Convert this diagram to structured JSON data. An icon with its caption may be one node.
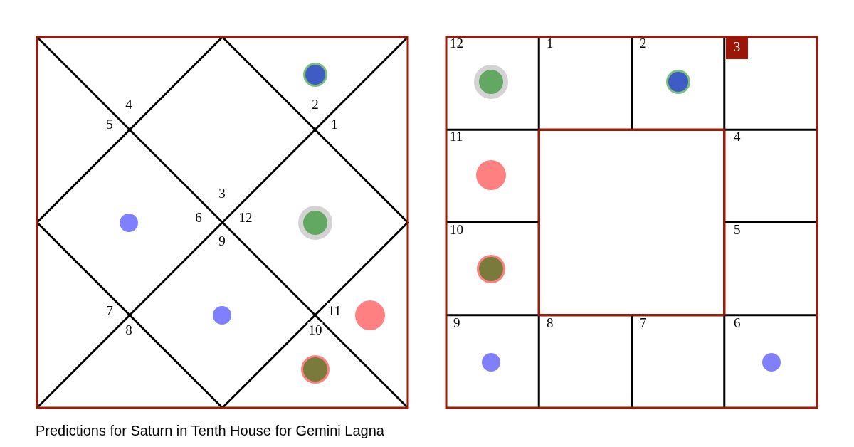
{
  "diagram": {
    "caption": "Predictions for Saturn in Tenth House for Gemini Lagna",
    "labels": [
      "4",
      "2",
      "5",
      "1",
      "3",
      "6",
      "12",
      "9",
      "7",
      "11",
      "8",
      "10",
      "12",
      "1",
      "2",
      "3",
      "11",
      "4",
      "10",
      "5",
      "9",
      "8",
      "7",
      "6"
    ]
  }
}
